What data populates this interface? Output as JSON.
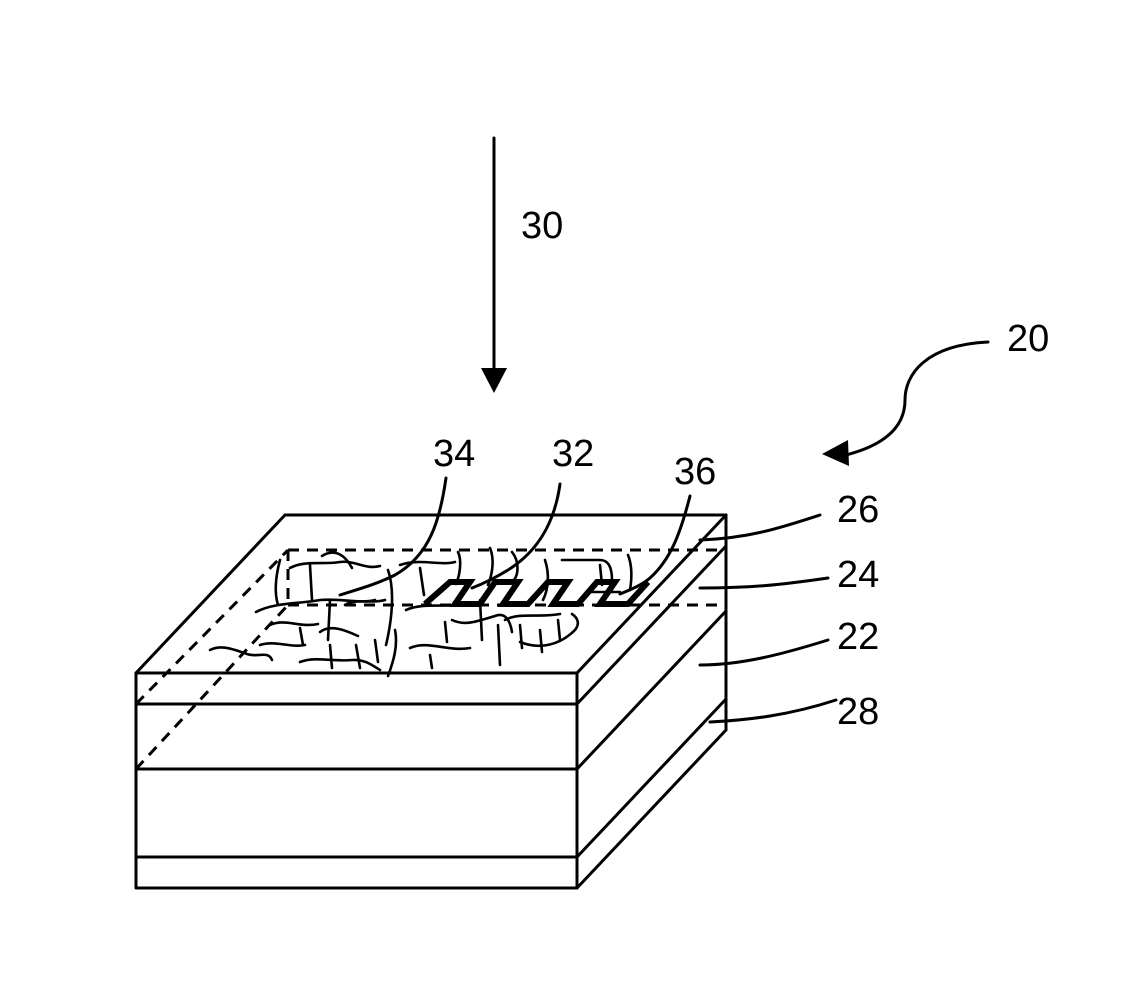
{
  "labels": {
    "beam": "30",
    "device": "20",
    "fiber_network": "34",
    "zigzag_structure": "32",
    "top_structure": "36",
    "layer_top": "26",
    "layer_middle": "24",
    "layer_substrate": "22",
    "layer_bottom": "28"
  },
  "colors": {
    "ink": "#000000",
    "background": "#ffffff"
  }
}
